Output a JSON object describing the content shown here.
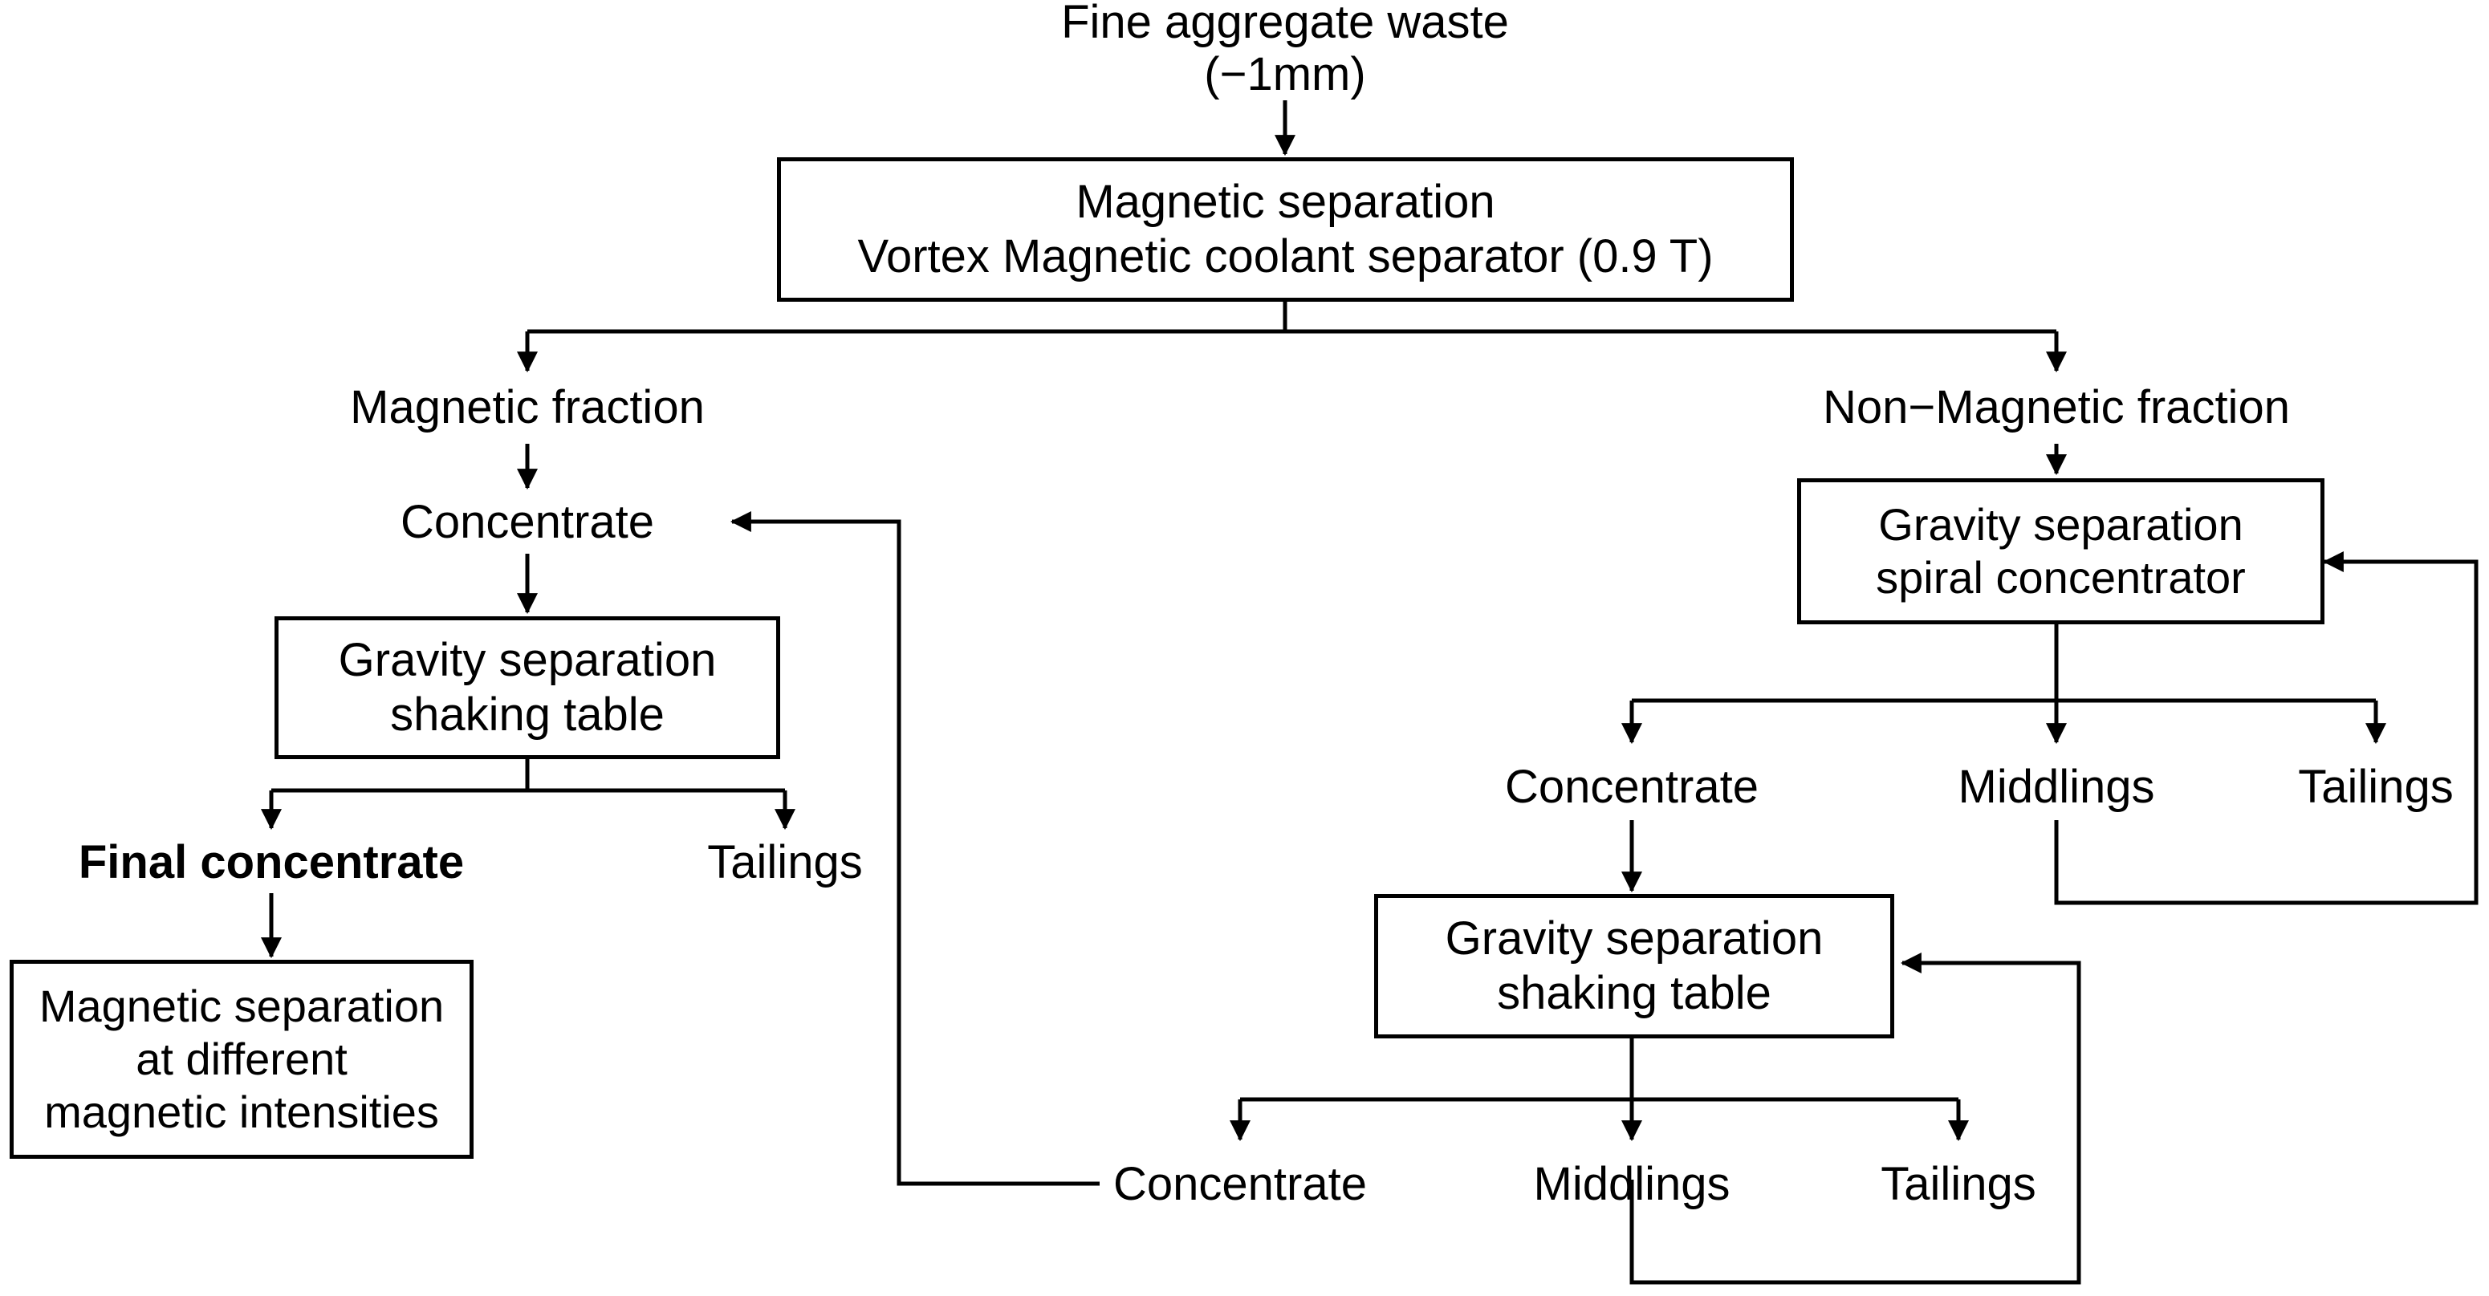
{
  "diagram": {
    "title": "Fine aggregate waste beneficiation flowsheet",
    "stroke_color": "#000000",
    "background_color": "#ffffff",
    "nodes": {
      "feed": {
        "line1": "Fine aggregate waste",
        "line2": "(−1mm)"
      },
      "magnetic_separation": {
        "line1": "Magnetic separation",
        "line2": "Vortex Magnetic coolant separator (0.9 T)"
      },
      "magnetic_fraction": {
        "label": "Magnetic fraction"
      },
      "non_magnetic_fraction": {
        "label": "Non−Magnetic fraction"
      },
      "left_concentrate": {
        "label": "Concentrate"
      },
      "left_shaking_table": {
        "line1": "Gravity separation",
        "line2": "shaking table"
      },
      "final_concentrate": {
        "label": "Final concentrate"
      },
      "left_tailings": {
        "label": "Tailings"
      },
      "magnetic_intensities": {
        "line1": "Magnetic separation",
        "line2": "at different",
        "line3": "magnetic intensities"
      },
      "spiral_concentrator": {
        "line1": "Gravity separation",
        "line2": "spiral concentrator"
      },
      "spiral_concentrate": {
        "label": "Concentrate"
      },
      "spiral_middlings": {
        "label": "Middlings"
      },
      "spiral_tailings": {
        "label": "Tailings"
      },
      "right_shaking_table": {
        "line1": "Gravity separation",
        "line2": "shaking table"
      },
      "right_concentrate": {
        "label": "Concentrate"
      },
      "right_middlings": {
        "label": "Middlings"
      },
      "right_tailings": {
        "label": "Tailings"
      }
    },
    "edges": [
      {
        "from": "feed",
        "to": "magnetic_separation",
        "kind": "arrow-down"
      },
      {
        "from": "magnetic_separation",
        "to": "magnetic_fraction",
        "kind": "split-left"
      },
      {
        "from": "magnetic_separation",
        "to": "non_magnetic_fraction",
        "kind": "split-right"
      },
      {
        "from": "magnetic_fraction",
        "to": "left_concentrate",
        "kind": "arrow-down"
      },
      {
        "from": "left_concentrate",
        "to": "left_shaking_table",
        "kind": "arrow-down"
      },
      {
        "from": "left_shaking_table",
        "to": "final_concentrate",
        "kind": "split-left"
      },
      {
        "from": "left_shaking_table",
        "to": "left_tailings",
        "kind": "split-right"
      },
      {
        "from": "final_concentrate",
        "to": "magnetic_intensities",
        "kind": "arrow-down"
      },
      {
        "from": "non_magnetic_fraction",
        "to": "spiral_concentrator",
        "kind": "arrow-down"
      },
      {
        "from": "spiral_concentrator",
        "to": "spiral_concentrate",
        "kind": "split-left"
      },
      {
        "from": "spiral_concentrator",
        "to": "spiral_middlings",
        "kind": "split-center"
      },
      {
        "from": "spiral_concentrator",
        "to": "spiral_tailings",
        "kind": "split-right"
      },
      {
        "from": "spiral_middlings",
        "to": "spiral_concentrator",
        "kind": "recycle-right"
      },
      {
        "from": "spiral_concentrate",
        "to": "right_shaking_table",
        "kind": "arrow-down"
      },
      {
        "from": "right_shaking_table",
        "to": "right_concentrate",
        "kind": "split-left"
      },
      {
        "from": "right_shaking_table",
        "to": "right_middlings",
        "kind": "split-center"
      },
      {
        "from": "right_shaking_table",
        "to": "right_tailings",
        "kind": "split-right"
      },
      {
        "from": "right_middlings",
        "to": "right_shaking_table",
        "kind": "recycle-right"
      },
      {
        "from": "right_concentrate",
        "to": "left_concentrate",
        "kind": "recycle-left"
      }
    ]
  }
}
